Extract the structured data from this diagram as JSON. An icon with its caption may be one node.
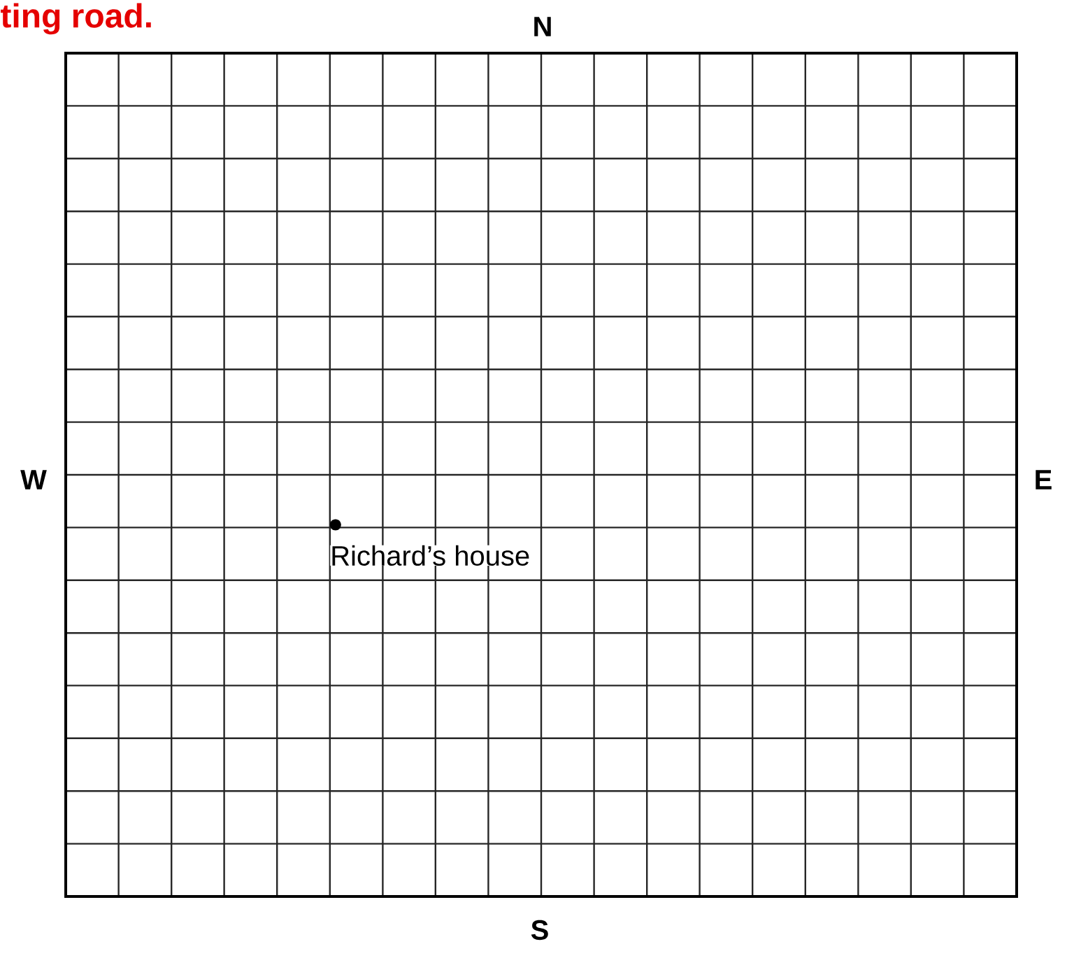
{
  "diagram": {
    "nodes": [
      {
        "text": [],
        "shape": "circle",
        "beside": [
          "Richard’s house"
        ]
      }
    ],
    "edges": [],
    "labels": [
      "ting road.",
      "N",
      "W",
      "E",
      "S"
    ]
  }
}
